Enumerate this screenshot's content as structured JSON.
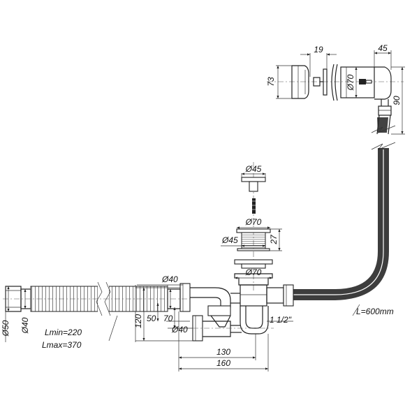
{
  "dimensions": {
    "d19": "19",
    "d45_top": "45",
    "d73": "73",
    "d70_overflow": "Ø70",
    "d90": "90",
    "d45_plug": "Ø45",
    "d70_strainer": "Ø70",
    "d27": "27",
    "d45_body": "Ø45",
    "d70_flange": "Ø70",
    "d40_hose": "Ø40",
    "d50_end": "Ø50",
    "d40_end": "Ø40",
    "lmin": "Lmin=220",
    "lmax": "Lmax=370",
    "d120": "120",
    "d50": "50",
    "d70_h": "70",
    "d40_outlet": "Ø40",
    "thread": "1 1/2\"",
    "d130": "130",
    "d160": "160",
    "pipe_length": "L=600mm"
  }
}
